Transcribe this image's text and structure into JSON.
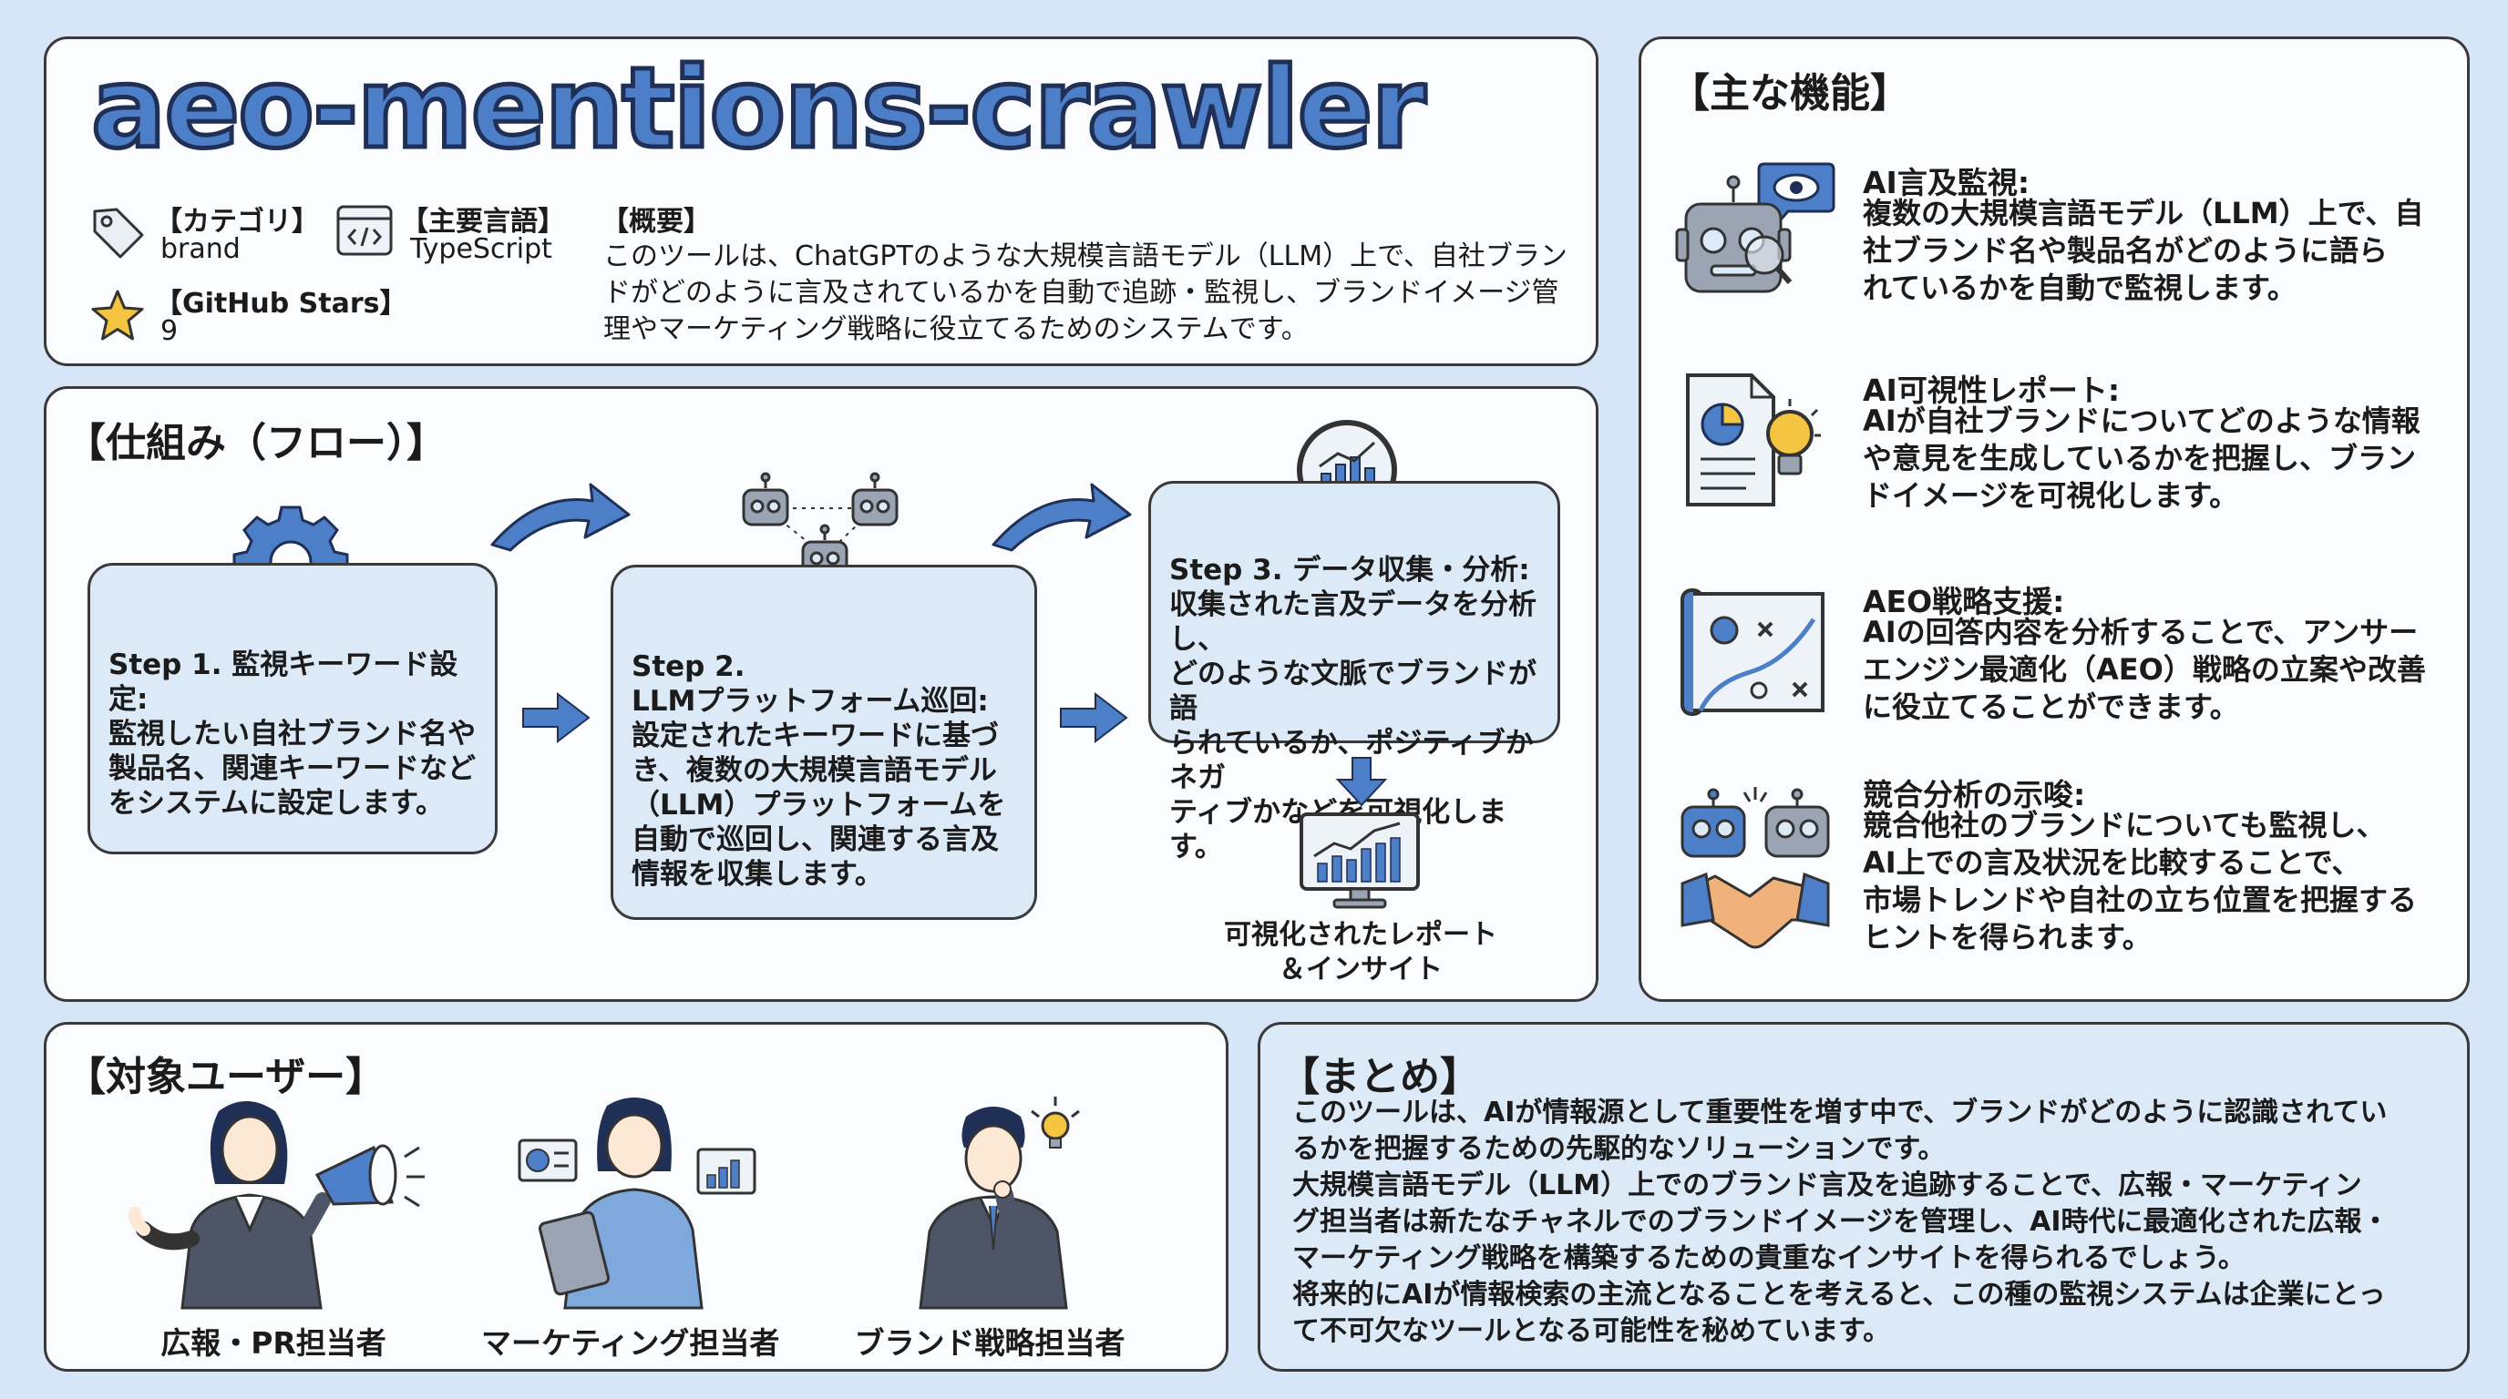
{
  "header": {
    "title": "aeo-mentions-crawler",
    "category_label": "【カテゴリ】",
    "category_value": "brand",
    "language_label": "【主要言語】",
    "language_value": "TypeScript",
    "stars_label": "【GitHub Stars】",
    "stars_value": "9",
    "overview_label": "【概要】",
    "overview_lines": [
      "このツールは、ChatGPTのような大規模言語モデル（LLM）上で、自社ブラン",
      "ドがどのように言及されているかを自動で追跡・監視し、ブランドイメージ管",
      "理やマーケティング戦略に役立てるためのシステムです。"
    ]
  },
  "flow": {
    "title": "【仕組み（フロー）】",
    "step1": [
      "Step 1. 監視キーワード設定:",
      "監視したい自社ブランド名や",
      "製品名、関連キーワードなど",
      "をシステムに設定します。"
    ],
    "step2": [
      "Step 2.",
      "LLMプラットフォーム巡回:",
      "設定されたキーワードに基づ",
      "き、複数の大規模言語モデル",
      "（LLM）プラットフォームを",
      "自動で巡回し、関連する言及",
      "情報を収集します。"
    ],
    "step3": [
      "Step 3. データ収集・分析:",
      "収集された言及データを分析し、",
      "どのような文脈でブランドが語",
      "られているか、ポジティブかネガ",
      "ティブかなどを可視化します。"
    ],
    "output": [
      "可視化されたレポート",
      "＆インサイト"
    ]
  },
  "features": {
    "title": "【主な機能】",
    "items": [
      {
        "title": "AI言及監視:",
        "lines": [
          "複数の大規模言語モデル（LLM）上で、自",
          "社ブランド名や製品名がどのように語ら",
          "れているかを自動で監視します。"
        ]
      },
      {
        "title": "AI可視性レポート:",
        "lines": [
          "AIが自社ブランドについてどのような情報",
          "や意見を生成しているかを把握し、ブラン",
          "ドイメージを可視化します。"
        ]
      },
      {
        "title": "AEO戦略支援:",
        "lines": [
          "AIの回答内容を分析することで、アンサー",
          "エンジン最適化（AEO）戦略の立案や改善",
          "に役立てることができます。"
        ]
      },
      {
        "title": "競合分析の示唆:",
        "lines": [
          "競合他社のブランドについても監視し、",
          "AI上での言及状況を比較することで、",
          "市場トレンドや自社の立ち位置を把握する",
          "ヒントを得られます。"
        ]
      }
    ]
  },
  "users": {
    "title": "【対象ユーザー】",
    "items": [
      "広報・PR担当者",
      "マーケティング担当者",
      "ブランド戦略担当者"
    ]
  },
  "summary": {
    "title": "【まとめ】",
    "lines": [
      "このツールは、AIが情報源として重要性を増す中で、ブランドがどのように認識されてい",
      "るかを把握するための先駆的なソリューションです。",
      "大規模言語モデル（LLM）上でのブランド言及を追跡することで、広報・マーケティン",
      "グ担当者は新たなチャネルでのブランドイメージを管理し、AI時代に最適化された広報・",
      "マーケティング戦略を構築するための貴重なインサイトを得られるでしょう。",
      "将来的にAIが情報検索の主流となることを考えると、この種の監視システムは企業にとっ",
      "て不可欠なツールとなる可能性を秘めています。"
    ]
  },
  "colors": {
    "accent": "#4d7fc8",
    "panel_bg": "#fbfcfe",
    "page_bg": "#d6e6f8",
    "step_bg": "#dce9f7"
  }
}
